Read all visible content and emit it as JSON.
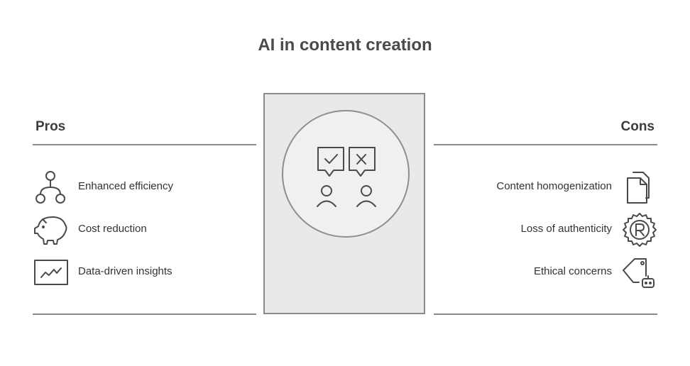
{
  "title": "AI in content creation",
  "pros": {
    "heading": "Pros",
    "items": [
      {
        "label": "Enhanced efficiency",
        "icon": "org-chart-icon"
      },
      {
        "label": "Cost reduction",
        "icon": "piggy-bank-icon"
      },
      {
        "label": "Data-driven insights",
        "icon": "line-chart-icon"
      }
    ]
  },
  "cons": {
    "heading": "Cons",
    "items": [
      {
        "label": "Content homogenization",
        "icon": "duplicate-documents-icon"
      },
      {
        "label": "Loss of authenticity",
        "icon": "registered-seal-icon"
      },
      {
        "label": "Ethical concerns",
        "icon": "robot-tag-icon"
      }
    ]
  },
  "center": {
    "icon": "two-people-approve-reject-icon"
  },
  "colors": {
    "stroke": "#4a4a4a",
    "panel": "#e9e9e9",
    "divider": "#8a8a8a"
  }
}
